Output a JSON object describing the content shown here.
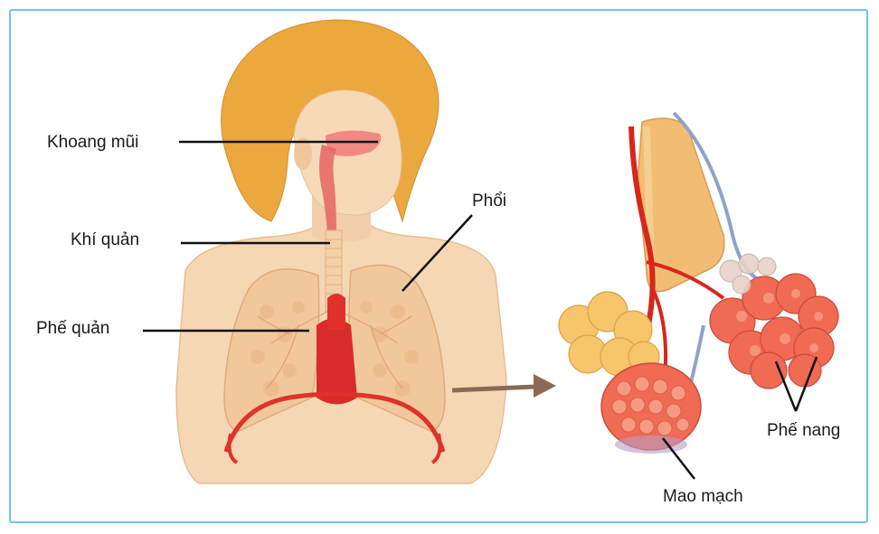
{
  "diagram": {
    "labels": {
      "nasal_cavity": "Khoang mũi",
      "trachea": "Khí quản",
      "bronchus": "Phế quản",
      "lung": "Phổi",
      "alveoli": "Phế nang",
      "capillaries": "Mao mạch"
    }
  },
  "colors": {
    "frame_border": "#6ec6e3",
    "hair": "#e8a73c",
    "skin": "#f5d3ad",
    "lung": "#f1c89c",
    "blood": "#e0322a",
    "alveoli_red": "#f0674e",
    "alveoli_yellow": "#f7c56b",
    "leader_line": "#111111",
    "arrow": "#8a6a55"
  }
}
